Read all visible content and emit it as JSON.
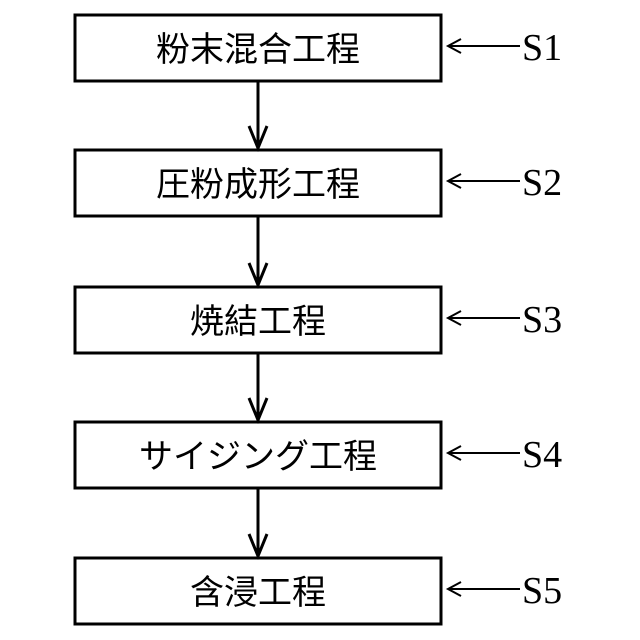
{
  "steps": [
    {
      "id": "S1",
      "label": "粉末混合工程"
    },
    {
      "id": "S2",
      "label": "圧粉成形工程"
    },
    {
      "id": "S3",
      "label": "焼結工程"
    },
    {
      "id": "S4",
      "label": "サイジング工程"
    },
    {
      "id": "S5",
      "label": "含浸工程"
    }
  ],
  "colors": {
    "stroke": "#000000",
    "background": "#ffffff"
  }
}
